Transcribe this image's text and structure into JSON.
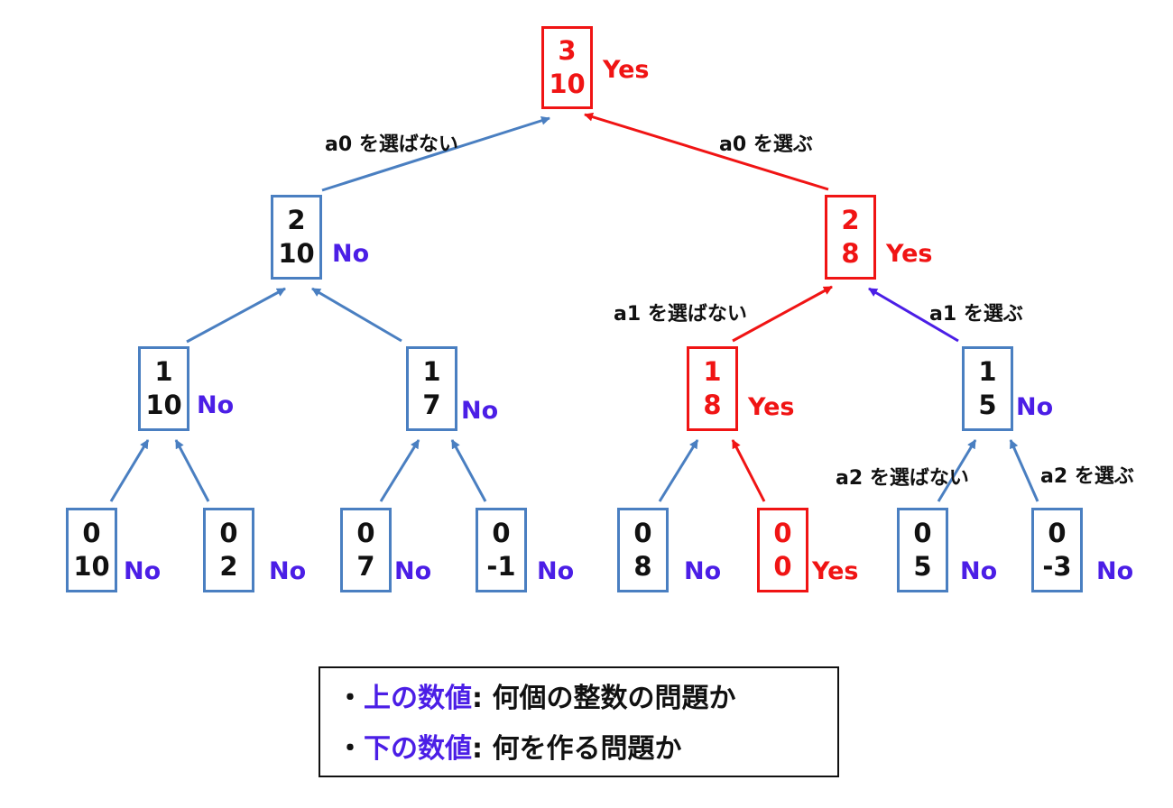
{
  "colors": {
    "blue": "#4a7fc1",
    "red": "#f01414",
    "purple": "#4b1ee6",
    "text": "#111111"
  },
  "nodes": [
    {
      "id": "root",
      "top": "3",
      "bottom": "10",
      "answer": "Yes",
      "highlight": true
    },
    {
      "id": "l1-skip",
      "top": "2",
      "bottom": "10",
      "answer": "No",
      "highlight": false
    },
    {
      "id": "l1-take",
      "top": "2",
      "bottom": "8",
      "answer": "Yes",
      "highlight": true
    },
    {
      "id": "l2-1",
      "top": "1",
      "bottom": "10",
      "answer": "No",
      "highlight": false
    },
    {
      "id": "l2-2",
      "top": "1",
      "bottom": "7",
      "answer": "No",
      "highlight": false
    },
    {
      "id": "l2-3",
      "top": "1",
      "bottom": "8",
      "answer": "Yes",
      "highlight": true
    },
    {
      "id": "l2-4",
      "top": "1",
      "bottom": "5",
      "answer": "No",
      "highlight": false
    },
    {
      "id": "leaf-1",
      "top": "0",
      "bottom": "10",
      "answer": "No",
      "highlight": false
    },
    {
      "id": "leaf-2",
      "top": "0",
      "bottom": "2",
      "answer": "No",
      "highlight": false
    },
    {
      "id": "leaf-3",
      "top": "0",
      "bottom": "7",
      "answer": "No",
      "highlight": false
    },
    {
      "id": "leaf-4",
      "top": "0",
      "bottom": "-1",
      "answer": "No",
      "highlight": false
    },
    {
      "id": "leaf-5",
      "top": "0",
      "bottom": "8",
      "answer": "No",
      "highlight": false
    },
    {
      "id": "leaf-6",
      "top": "0",
      "bottom": "0",
      "answer": "Yes",
      "highlight": true
    },
    {
      "id": "leaf-7",
      "top": "0",
      "bottom": "5",
      "answer": "No",
      "highlight": false
    },
    {
      "id": "leaf-8",
      "top": "0",
      "bottom": "-3",
      "answer": "No",
      "highlight": false
    }
  ],
  "edges": [
    {
      "from": "l1-skip",
      "to": "root",
      "color": "blue"
    },
    {
      "from": "l1-take",
      "to": "root",
      "color": "red"
    },
    {
      "from": "l2-1",
      "to": "l1-skip",
      "color": "blue"
    },
    {
      "from": "l2-2",
      "to": "l1-skip",
      "color": "blue"
    },
    {
      "from": "l2-3",
      "to": "l1-take",
      "color": "red"
    },
    {
      "from": "l2-4",
      "to": "l1-take",
      "color": "purple"
    },
    {
      "from": "leaf-1",
      "to": "l2-1",
      "color": "blue"
    },
    {
      "from": "leaf-2",
      "to": "l2-1",
      "color": "blue"
    },
    {
      "from": "leaf-3",
      "to": "l2-2",
      "color": "blue"
    },
    {
      "from": "leaf-4",
      "to": "l2-2",
      "color": "blue"
    },
    {
      "from": "leaf-5",
      "to": "l2-3",
      "color": "blue"
    },
    {
      "from": "leaf-6",
      "to": "l2-3",
      "color": "red"
    },
    {
      "from": "leaf-7",
      "to": "l2-4",
      "color": "blue"
    },
    {
      "from": "leaf-8",
      "to": "l2-4",
      "color": "blue"
    }
  ],
  "edge_labels": {
    "a0_skip": "a0 を選ばない",
    "a0_take": "a0 を選ぶ",
    "a1_skip": "a1 を選ばない",
    "a1_take": "a1 を選ぶ",
    "a2_skip": "a2 を選ばない",
    "a2_take": "a2 を選ぶ"
  },
  "legend": {
    "bullet": "・",
    "row1_key": "上の数値",
    "row1_text": ": 何個の整数の問題か",
    "row2_key": "下の数値",
    "row2_text": ": 何を作る問題か"
  }
}
